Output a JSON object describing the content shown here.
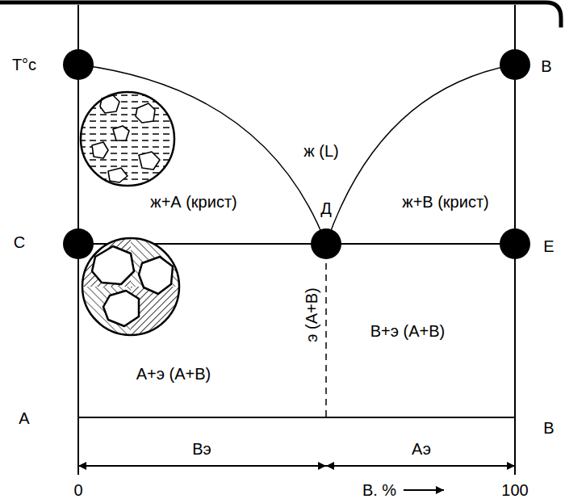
{
  "diagram": {
    "labels": [
      "T°c",
      "В",
      "ж (L)",
      "ж+А (крист)",
      "Д",
      "ж+В (крист)",
      "С",
      "Е",
      "э (А+В)",
      "В+э (А+В)",
      "А+э (А+В)",
      "А",
      "В",
      "Вэ",
      "Аэ",
      "0",
      "В. %",
      "100"
    ]
  }
}
